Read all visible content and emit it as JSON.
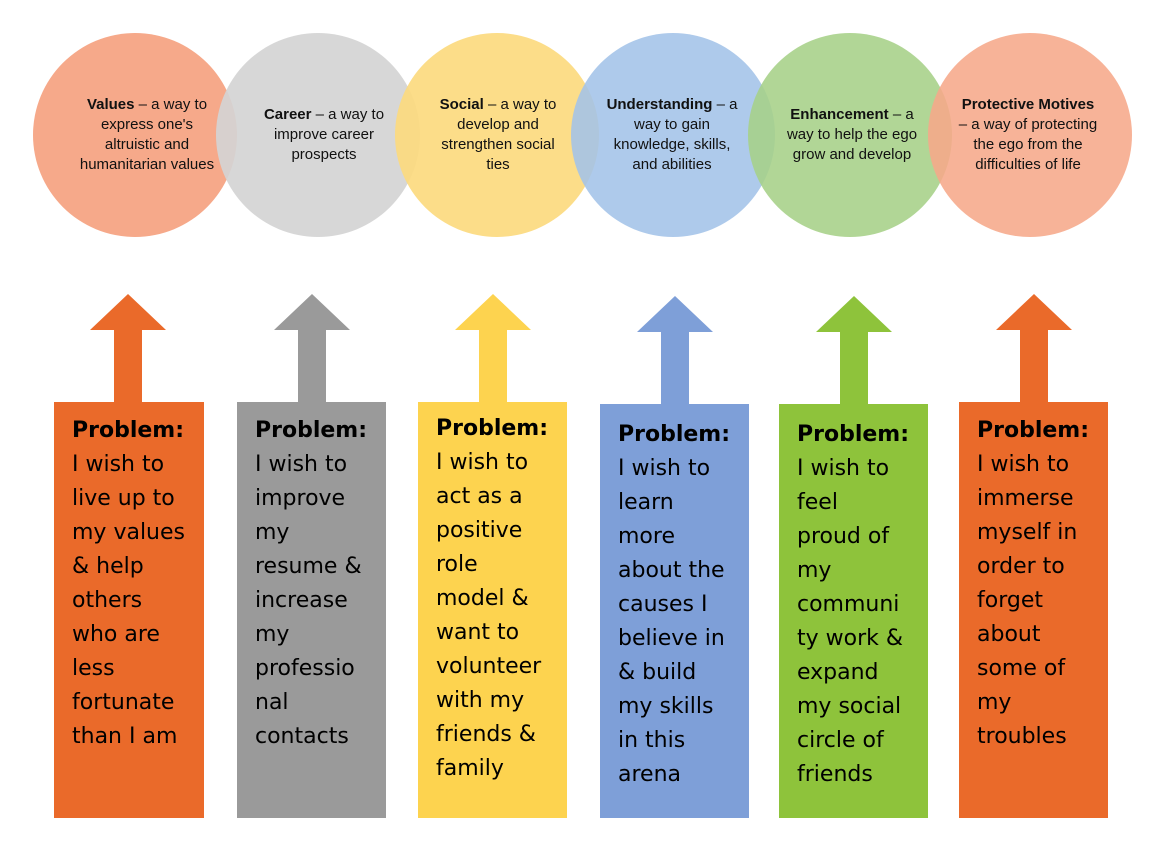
{
  "motives": [
    {
      "name": "Values",
      "desc": " – a way to express one's altruistic and humanitarian values",
      "color": "#F6A98A"
    },
    {
      "name": "Career",
      "desc": " – a way to improve career prospects",
      "color": "#D4D4D4"
    },
    {
      "name": "Social",
      "desc": " – a way to develop and strengthen social ties",
      "color": "#FCDA7F"
    },
    {
      "name": "Understanding",
      "desc": " – a way to gain knowledge, skills, and abilities",
      "color": "#A3C3E8"
    },
    {
      "name": "Enhancement",
      "desc": " – a way to help the ego grow and develop",
      "color": "#A6D087"
    },
    {
      "name": "Protective Motives",
      "desc": " – a way of protecting the ego from the difficulties of life",
      "color": "#F6A98A"
    }
  ],
  "problems": [
    {
      "label": "Problem:",
      "text": "I wish to\nlive up to\nmy values\n& help\nothers\nwho are\nless\nfortunate\nthan I am",
      "color": "#EA6A2A"
    },
    {
      "label": "Problem:",
      "text": "I wish to\nimprove\nmy\nresume &\nincrease\nmy\nprofessio\nnal\ncontacts",
      "color": "#9A9A9A"
    },
    {
      "label": "Problem:",
      "text": "I wish to\nact as a\npositive\nrole\nmodel &\nwant to\nvolunteer\nwith my\nfriends &\nfamily",
      "color": "#FDD34F"
    },
    {
      "label": "Problem:",
      "text": "I wish to\nlearn\nmore\nabout the\ncauses I\nbelieve in\n& build\nmy skills\nin this\narena",
      "color": "#7E9FD8"
    },
    {
      "label": "Problem:",
      "text": "I wish to\nfeel\nproud of\nmy\ncommuni\nty work &\nexpand\nmy social\ncircle of\nfriends",
      "color": "#8EC33B"
    },
    {
      "label": "Problem:",
      "text": "I wish to\nimmerse\nmyself in\norder to\nforget\nabout\nsome of\nmy\ntroubles",
      "color": "#EA6A2A"
    }
  ]
}
